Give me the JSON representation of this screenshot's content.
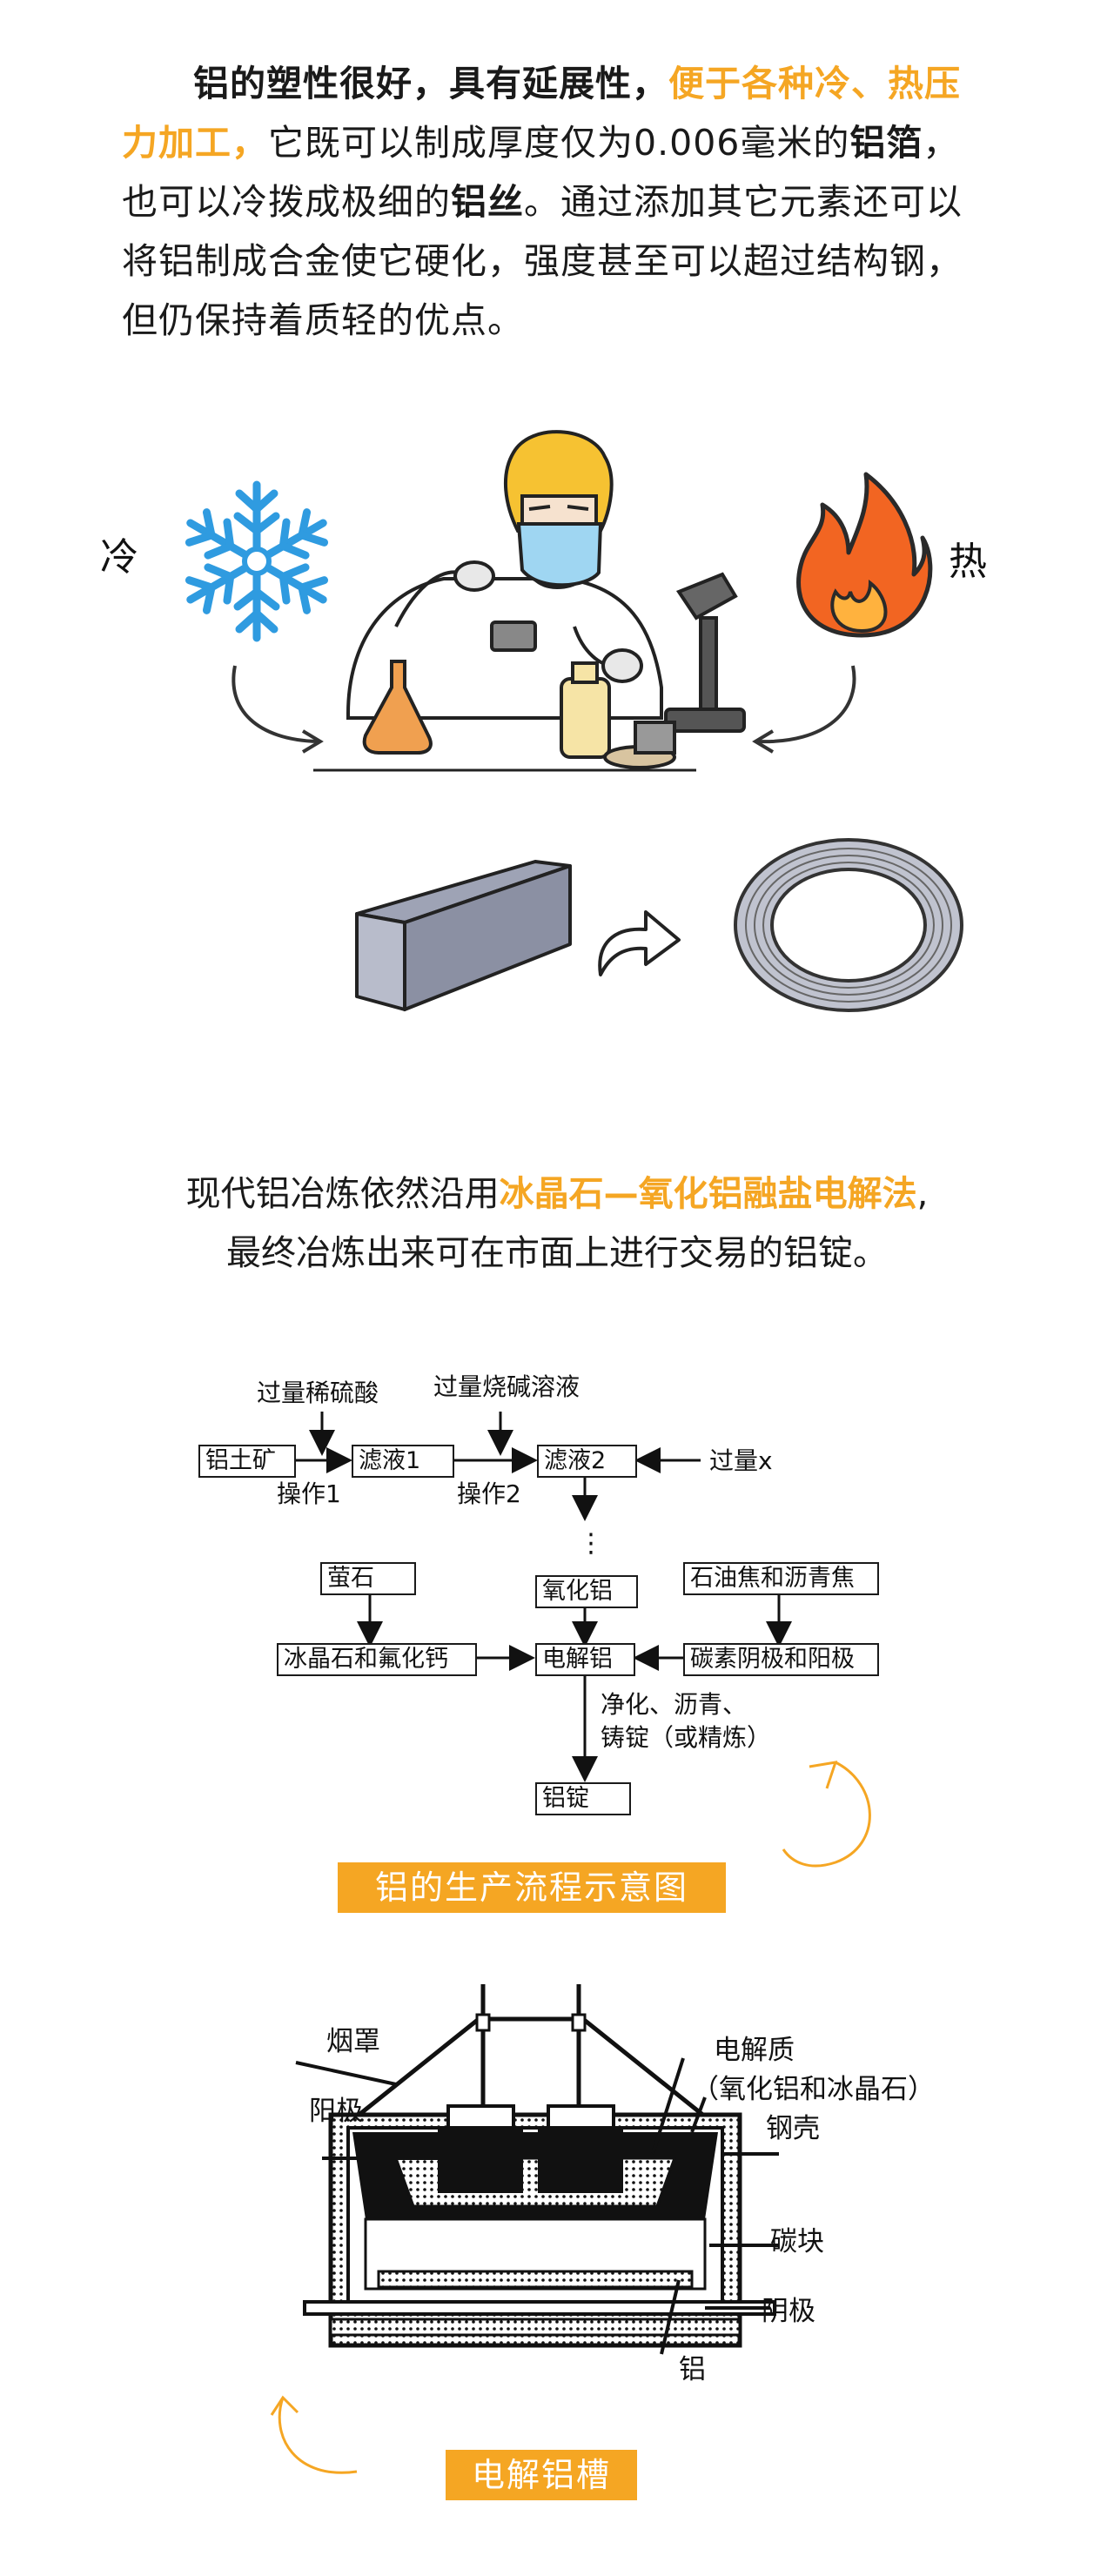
{
  "intro": {
    "p1": "铝的塑性很好，具有延展性，",
    "p2": "便于各种冷、热压力加工，",
    "p3": "它既可以制成厚度仅为0.006毫米的",
    "p4": "铝箔",
    "p5": "，也可以冷拨成极细的",
    "p6": "铝丝",
    "p7": "。通过添加其它元素还可以将铝制成合金使它硬化，强度甚至可以超过结构钢，但仍保持着质轻的优点。"
  },
  "illustration": {
    "cold_label": "冷",
    "hot_label": "热"
  },
  "section2": {
    "line1_a": "现代铝冶炼依然沿用",
    "line1_hl": "冰晶石—氧化铝融盐电解法",
    "line1_b": ",",
    "line2": "最终冶炼出来可在市面上进行交易的铝锭。"
  },
  "flow": {
    "reagent1": "过量稀硫酸",
    "reagent2": "过量烧碱溶液",
    "bauxite": "铝土矿",
    "filtrate1": "滤液1",
    "filtrate2": "滤液2",
    "excess_x": "过量x",
    "op1": "操作1",
    "op2": "操作2",
    "ellipsis": "⋮",
    "fluorite": "萤石",
    "alumina": "氧化铝",
    "coke": "石油焦和沥青焦",
    "cryolite": "冰晶石和氟化钙",
    "electrolytic": "电解铝",
    "electrodes": "碳素阴极和阳极",
    "purify1": "净化、沥青、",
    "purify2": "铸锭（或精炼）",
    "ingot": "铝锭",
    "caption": "铝的生产流程示意图"
  },
  "cell": {
    "hood": "烟罩",
    "anode": "阳极",
    "electrolyte1": "电解质",
    "electrolyte2": "（氧化铝和冰晶石）",
    "shell": "钢壳",
    "carbon": "碳块",
    "cathode": "阴极",
    "aluminum": "铝",
    "caption": "电解铝槽"
  },
  "colors": {
    "accent": "#f5a623",
    "ice": "#2f9be0",
    "flame": "#f26522",
    "metal_block": "#b8bccb"
  }
}
